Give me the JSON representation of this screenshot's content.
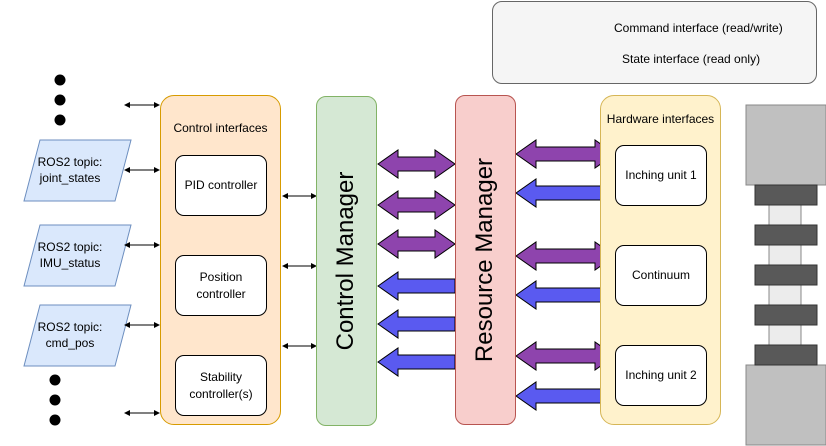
{
  "legend": {
    "command_label": "Command interface (read/write)",
    "state_label": "State interface (read only)",
    "command_color": "#8e44ad",
    "state_color": "#5a5af0"
  },
  "topics": [
    {
      "label": "ROS2 topic:\njoint_states"
    },
    {
      "label": "ROS2 topic:\nIMU_status"
    },
    {
      "label": "ROS2 topic:\ncmd_pos"
    }
  ],
  "control_interfaces": {
    "title": "Control interfaces",
    "controllers": [
      {
        "label": "PID controller"
      },
      {
        "label": "Position\ncontroller"
      },
      {
        "label": "Stability\ncontroller(s)"
      }
    ]
  },
  "control_manager": {
    "label": "Control Manager"
  },
  "resource_manager": {
    "label": "Resource Manager"
  },
  "hardware_interfaces": {
    "title": "Hardware interfaces",
    "units": [
      {
        "label": "Inching unit 1"
      },
      {
        "label": "Continuum"
      },
      {
        "label": "Inching unit 2"
      }
    ]
  },
  "colors": {
    "topic_fill": "#dae8fc",
    "topic_stroke": "#6c8ebf",
    "robot_gray": "#c0c0c0",
    "robot_dark": "#595959"
  }
}
